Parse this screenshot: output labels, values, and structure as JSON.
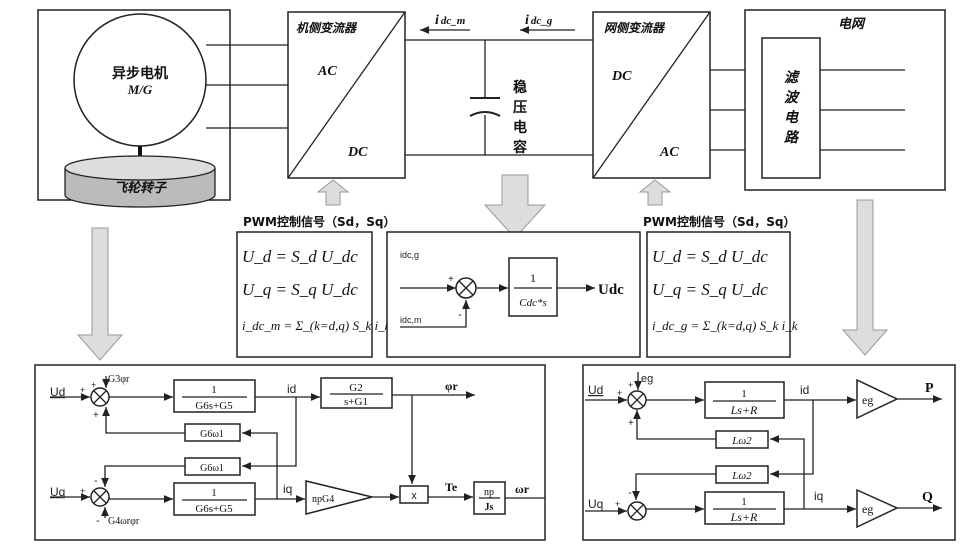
{
  "top": {
    "motor": {
      "title": "异步电机",
      "subtitle": "M/G",
      "flywheel": "飞轮转子"
    },
    "machine_converter": {
      "title": "机侧变流器",
      "ac": "AC",
      "dc": "DC"
    },
    "dc_link": {
      "i_dc_m": "i",
      "i_dc_m_sub": "dc_m",
      "i_dc_g": "i",
      "i_dc_g_sub": "dc_g",
      "capacitor": [
        "稳",
        "压",
        "电",
        "容"
      ]
    },
    "grid_converter": {
      "title": "网侧变流器",
      "dc": "DC",
      "ac": "AC"
    },
    "grid": {
      "title": "电网",
      "filter": [
        "滤",
        "波",
        "电",
        "路"
      ]
    }
  },
  "pwm_left": "PWM控制信号（Sd，Sq）",
  "pwm_right": "PWM控制信号（Sd，Sq）",
  "formulas_left": [
    "U_d = S_d U_dc",
    "U_q = S_q U_dc",
    "i_dc_m = Σ_(k=d,q) S_k i_k"
  ],
  "formulas_right": [
    "U_d = S_d U_dc",
    "U_q = S_q U_dc",
    "i_dc_g = Σ_(k=d,q) S_k i_k"
  ],
  "dc_block": {
    "in_plus": "idc,g",
    "in_minus": "idc,m",
    "plus": "+",
    "minus": "-",
    "num": "1",
    "den": "Cdc*s",
    "out": "Udc"
  },
  "machine_model": {
    "ud": "Ud",
    "uq": "Uq",
    "g3": "G3φr",
    "g4": "G4ωrφr",
    "tf1_num": "1",
    "tf1_den": "G6s+G5",
    "tf2_num": "1",
    "tf2_den": "G6s+G5",
    "id": "id",
    "iq": "iq",
    "g2_num": "G2",
    "g2_den": "s+G1",
    "phi": "φr",
    "fb1": "G6ω1",
    "fb2": "G6ω1",
    "gain": "npG4",
    "mult": "x",
    "te": "Te",
    "mech_num": "np",
    "mech_den": "Js",
    "omega": "ωr",
    "plus": "+",
    "minus": "-"
  },
  "grid_model": {
    "ud": "Ud",
    "uq": "Uq",
    "eg_in": "eg",
    "tf1_num": "1",
    "tf1_den": "Ls+R",
    "tf2_num": "1",
    "tf2_den": "Ls+R",
    "id": "id",
    "iq": "iq",
    "fb1": "Lω2",
    "fb2": "Lω2",
    "gain1": "eg",
    "gain2": "eg",
    "p": "P",
    "q": "Q",
    "plus": "+",
    "minus": "-"
  }
}
